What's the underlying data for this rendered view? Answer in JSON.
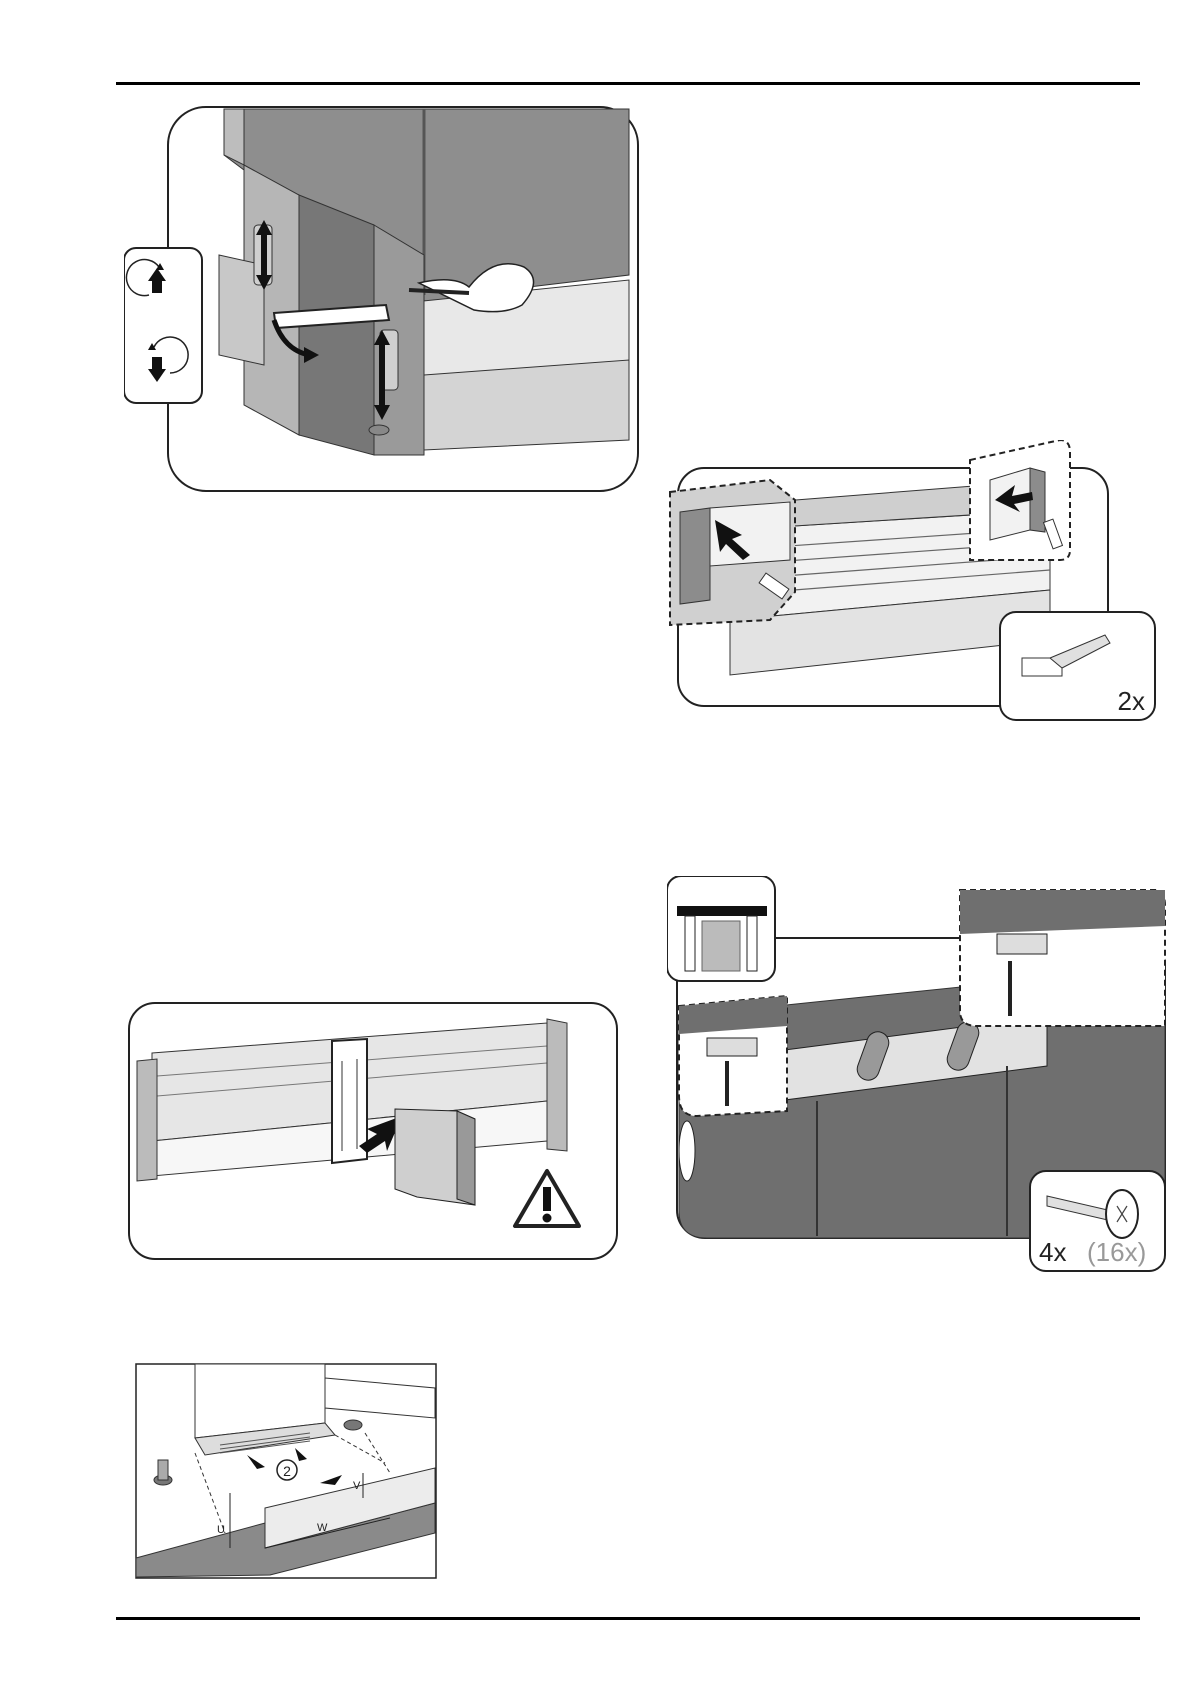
{
  "figure_leveling": {},
  "figure_rail_clips": {
    "quantity_label": "2x"
  },
  "figure_cover_panel": {},
  "figure_plinth": {
    "callout_number": "2",
    "dim_u": "U",
    "dim_v": "V",
    "dim_w": "W"
  },
  "figure_hinge_plate": {
    "quantity_main": "4x",
    "quantity_alt": "(16x)"
  }
}
